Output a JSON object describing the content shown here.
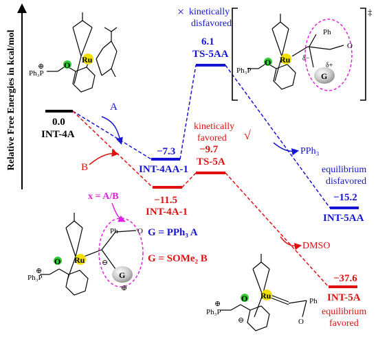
{
  "axis": {
    "label": "Relative Free Energies in kcal/mol"
  },
  "colors": {
    "black": "#000000",
    "blue": "#1414d2",
    "red": "#e01010",
    "magenta": "#e020e0",
    "green": "#33cc33",
    "yellow": "#f2e000"
  },
  "states": [
    {
      "id": "INT-4A",
      "energy": "0.0",
      "name": "INT-4A",
      "color": "#000000"
    },
    {
      "id": "INT-4AA-1",
      "energy": "−7.3",
      "name": "INT-4AA-1",
      "color": "#1414d2"
    },
    {
      "id": "TS-5AA",
      "energy": "6.1",
      "name": "TS-5AA",
      "color": "#1414d2"
    },
    {
      "id": "INT-5AA",
      "energy": "−15.2",
      "name": "INT-5AA",
      "color": "#1414d2"
    },
    {
      "id": "INT-4A-1",
      "energy": "−11.5",
      "name": "INT-4A-1",
      "color": "#e01010"
    },
    {
      "id": "TS-5A",
      "energy": "−9.7",
      "name": "TS-5A",
      "color": "#e01010"
    },
    {
      "id": "INT-5A",
      "energy": "−37.6",
      "name": "INT-5A",
      "color": "#e01010"
    }
  ],
  "annotations": {
    "blue_top_mark": "×",
    "blue_top_1": "kinetically",
    "blue_top_2": "disfavored",
    "red_mid_1": "kinetically",
    "red_mid_2": "favored",
    "red_check": "√",
    "blue_eq_1": "equilibrium",
    "blue_eq_2": "disfavored",
    "red_eq_1": "equilibrium",
    "red_eq_2": "favored",
    "pathway_a": "A",
    "pathway_b": "B",
    "release_pph3": "PPh₃",
    "release_dmso": "DMSO",
    "x_def": "x = A/B",
    "g_a": "G = PPh₃   A",
    "g_b": "G = SOMe₂   B",
    "ts_dagger": "‡"
  },
  "structure_labels": {
    "ru": "Ru",
    "o": "O",
    "ph3p": "Ph₃P",
    "ph": "Ph",
    "g": "G",
    "plus": "⊕",
    "minus": "⊖",
    "delta_minus": "δ−",
    "delta_plus": "δ+"
  }
}
